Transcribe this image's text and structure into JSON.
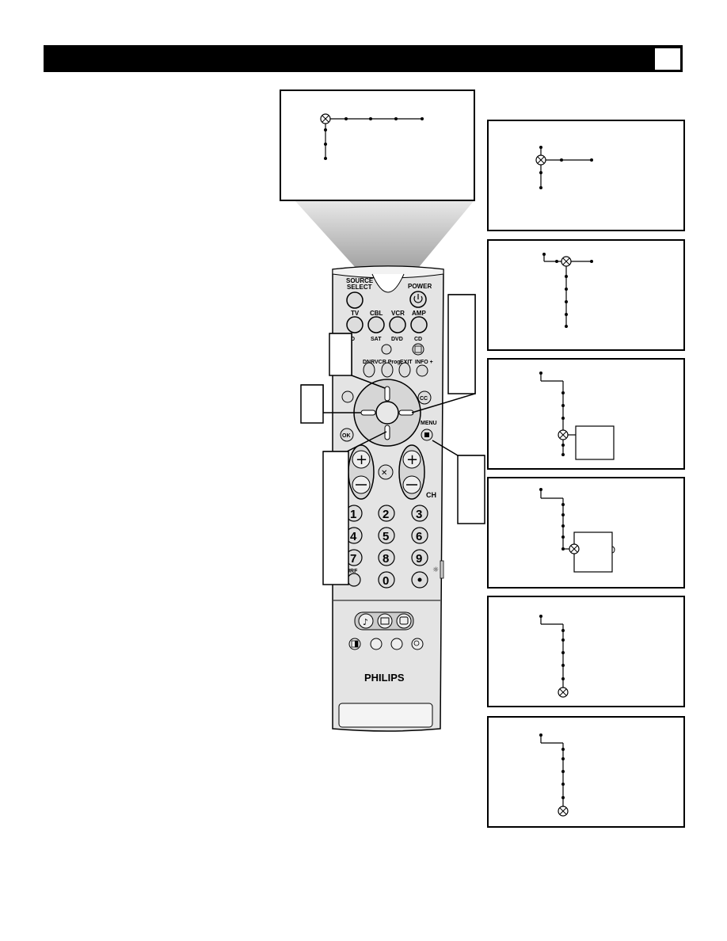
{
  "header": {
    "page_number": ""
  },
  "remote": {
    "brand": "PHILIPS",
    "source_select_line1": "SOURCE",
    "source_select_line2": "SELECT",
    "power": "POWER",
    "device_keys": [
      "TV",
      "CBL",
      "VCR",
      "AMP"
    ],
    "device_sublabels": [
      "D",
      "SAT",
      "DVD",
      "CD"
    ],
    "function_keys": [
      "DNR",
      "VCR Prog.",
      "EXIT",
      "INFO +"
    ],
    "cc": "CC",
    "menu": "MENU",
    "ok": "OK",
    "ch": "CH",
    "surf": "URF",
    "digits": [
      "1",
      "2",
      "3",
      "4",
      "5",
      "6",
      "7",
      "8",
      "9",
      "0"
    ]
  }
}
